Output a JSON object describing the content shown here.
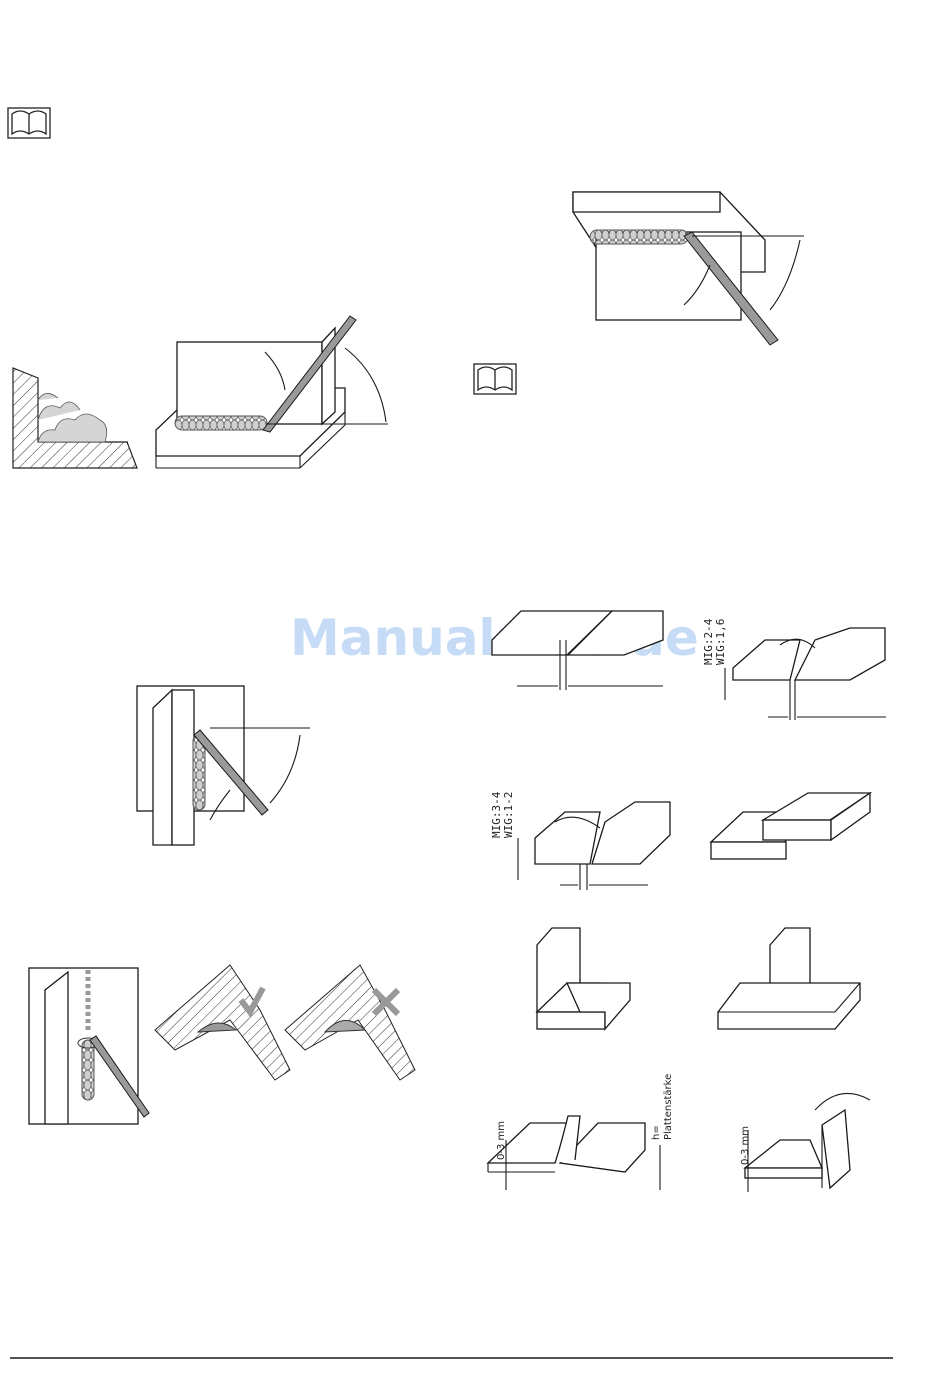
{
  "watermark": "ManualsLib.de",
  "labels": {
    "mig24": "MIG:2-4",
    "wig16": "WIG:1,6",
    "mig34": "MIG:3-4",
    "wig12": "WIG:1-2",
    "gap1": "0-3 mm",
    "h_eq": "h=",
    "plattenstaerke": "Plattenstärke",
    "gap2": "0-3 mm"
  },
  "icons": [
    "manual-book-icon",
    "check-mark-icon",
    "cross-mark-icon"
  ]
}
